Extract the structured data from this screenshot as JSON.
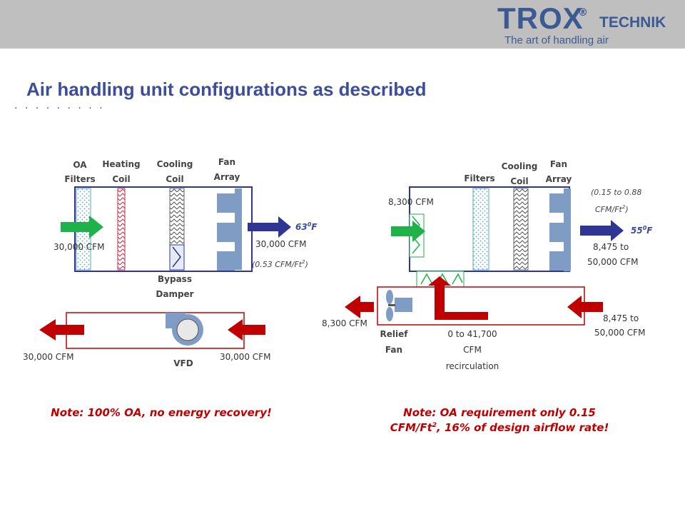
{
  "header": {
    "brand": "TROX",
    "reg": "®",
    "technik": "TECHNIK",
    "tagline": "The art of handling air"
  },
  "page_title": "Air handling unit configurations as described",
  "dots": ". . . . . . . . .",
  "left": {
    "oa_filters": [
      "OA",
      "Filters"
    ],
    "heating_coil": [
      "Heating",
      "Coil"
    ],
    "cooling_coil": [
      "Cooling",
      "Coil"
    ],
    "fan_array": [
      "Fan",
      "Array"
    ],
    "bypass_damper": [
      "Bypass",
      "Damper"
    ],
    "supply_temp": "63",
    "supply_temp_sup": "0",
    "supply_temp_unit": "F",
    "supply_flow": "30,000 CFM",
    "supply_density": "(0.53 CFM/Ft",
    "supply_density_sup": "2",
    "supply_density_end": ")",
    "inlet_flow": "30,000 CFM",
    "exhaust_out_flow": "30,000 CFM",
    "exhaust_in_flow": "30,000 CFM",
    "vfd": "VFD",
    "note": "Note: 100% OA, no energy recovery!"
  },
  "right": {
    "filters": "Filters",
    "cooling_coil": [
      "Cooling",
      "Coil"
    ],
    "fan_array": [
      "Fan",
      "Array"
    ],
    "oa_flow": "8,300 CFM",
    "density_range": [
      "(0.15 to 0.88",
      "CFM/Ft",
      "2",
      ")"
    ],
    "supply_temp": "55",
    "supply_temp_sup": "0",
    "supply_temp_unit": "F",
    "supply_flow": [
      "8,475 to",
      "50,000 CFM"
    ],
    "relief_flow": "8,300 CFM",
    "relief_fan": [
      "Relief",
      "Fan"
    ],
    "recirculation": [
      "0 to 41,700",
      "CFM",
      "recirculation"
    ],
    "return_flow": [
      "8,475 to",
      "50,000 CFM"
    ],
    "note": [
      "Note: OA requirement only 0.15",
      "CFM/Ft",
      "2",
      ", 16% of design airflow rate!"
    ]
  },
  "colors": {
    "title": "#3c4d9c",
    "brand": "#3c5a92",
    "supply_arrow": "#2e3592",
    "intake_arrow": "#1fb24a",
    "exhaust": "#c00000",
    "casing": "#2e3592",
    "fan": "#7f9cc5"
  }
}
